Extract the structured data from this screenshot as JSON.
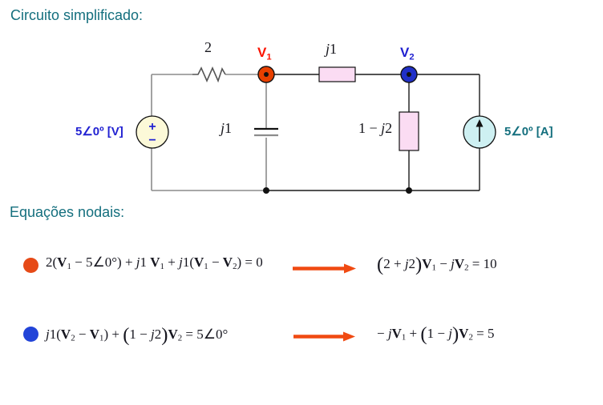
{
  "headings": {
    "circuit": "Circuito simplificado:",
    "equations": "Equações nodais:"
  },
  "circuit": {
    "resistor_label": "2",
    "node1_tokens": [
      {
        "t": "V"
      },
      {
        "t": "1",
        "c": "nsub"
      }
    ],
    "node2_tokens": [
      {
        "t": "V"
      },
      {
        "t": "2",
        "c": "nsub"
      }
    ],
    "inductor_tokens": [
      {
        "t": "j",
        "c": "i"
      },
      {
        "t": "1"
      }
    ],
    "capacitor_tokens": [
      {
        "t": "j",
        "c": "i"
      },
      {
        "t": "1"
      }
    ],
    "impedance_tokens": [
      {
        "t": "1 − "
      },
      {
        "t": "j",
        "c": "i"
      },
      {
        "t": "2"
      }
    ],
    "vsource_label": "5∠0º [V]",
    "csource_label": "5∠0º [A]",
    "vsource_plus": "+",
    "vsource_minus": "−"
  },
  "equations": {
    "eq1_tokens": [
      {
        "t": "2("
      },
      {
        "t": "V",
        "c": "b"
      },
      {
        "t": "1",
        "c": "sub"
      },
      {
        "t": " − 5∠0°"
      },
      {
        "t": ") + "
      },
      {
        "t": "j",
        "c": "i"
      },
      {
        "t": "1 "
      },
      {
        "t": "V",
        "c": "b"
      },
      {
        "t": "1",
        "c": "sub"
      },
      {
        "t": "  + "
      },
      {
        "t": "j",
        "c": "i"
      },
      {
        "t": "1("
      },
      {
        "t": "V",
        "c": "b"
      },
      {
        "t": "1",
        "c": "sub"
      },
      {
        "t": " − "
      },
      {
        "t": "V",
        "c": "b"
      },
      {
        "t": "2",
        "c": "sub"
      },
      {
        "t": ") = 0"
      }
    ],
    "eq1_result_tokens": [
      {
        "t": "(",
        "c": "bigp"
      },
      {
        "t": "2 + "
      },
      {
        "t": "j",
        "c": "i"
      },
      {
        "t": "2"
      },
      {
        "t": ")",
        "c": "bigp"
      },
      {
        "t": "V",
        "c": "b"
      },
      {
        "t": "1",
        "c": "sub"
      },
      {
        "t": " − "
      },
      {
        "t": "j",
        "c": "i"
      },
      {
        "t": "V",
        "c": "b"
      },
      {
        "t": "2",
        "c": "sub"
      },
      {
        "t": " = 10"
      }
    ],
    "eq2_tokens": [
      {
        "t": "j",
        "c": "i"
      },
      {
        "t": "1("
      },
      {
        "t": "V",
        "c": "b"
      },
      {
        "t": "2",
        "c": "sub"
      },
      {
        "t": " − "
      },
      {
        "t": "V",
        "c": "b"
      },
      {
        "t": "1",
        "c": "sub"
      },
      {
        "t": ") + "
      },
      {
        "t": "(",
        "c": "bigp"
      },
      {
        "t": "1 − "
      },
      {
        "t": "j",
        "c": "i"
      },
      {
        "t": "2"
      },
      {
        "t": ")",
        "c": "bigp"
      },
      {
        "t": "V",
        "c": "b"
      },
      {
        "t": "2",
        "c": "sub"
      },
      {
        "t": " = 5∠0°"
      }
    ],
    "eq2_result_tokens": [
      {
        "t": "− "
      },
      {
        "t": "j",
        "c": "i"
      },
      {
        "t": "V",
        "c": "b"
      },
      {
        "t": "1",
        "c": "sub"
      },
      {
        "t": " + "
      },
      {
        "t": "(",
        "c": "bigp"
      },
      {
        "t": "1 − "
      },
      {
        "t": "j",
        "c": "i"
      },
      {
        "t": ")",
        "c": "bigp"
      },
      {
        "t": "V",
        "c": "b"
      },
      {
        "t": "2",
        "c": "sub"
      },
      {
        "t": " = 5"
      }
    ]
  },
  "colors": {
    "heading_teal": "#146F7E",
    "label_blue": "#2222D2",
    "node1_label_red": "#FB1300",
    "node1_fill": "#E84000",
    "node2_fill": "#2030C8",
    "component_pink": "#FBDCF3",
    "vsource_yellow": "#FCF9D8",
    "csource_cyan": "#CEF0F2",
    "bullet1_orange": "#E64A17",
    "bullet2_blue": "#2244D8",
    "arrow_orange": "#F04A12",
    "wire_gray": "#8C8C8C",
    "wire_black": "#1a1a1a"
  }
}
